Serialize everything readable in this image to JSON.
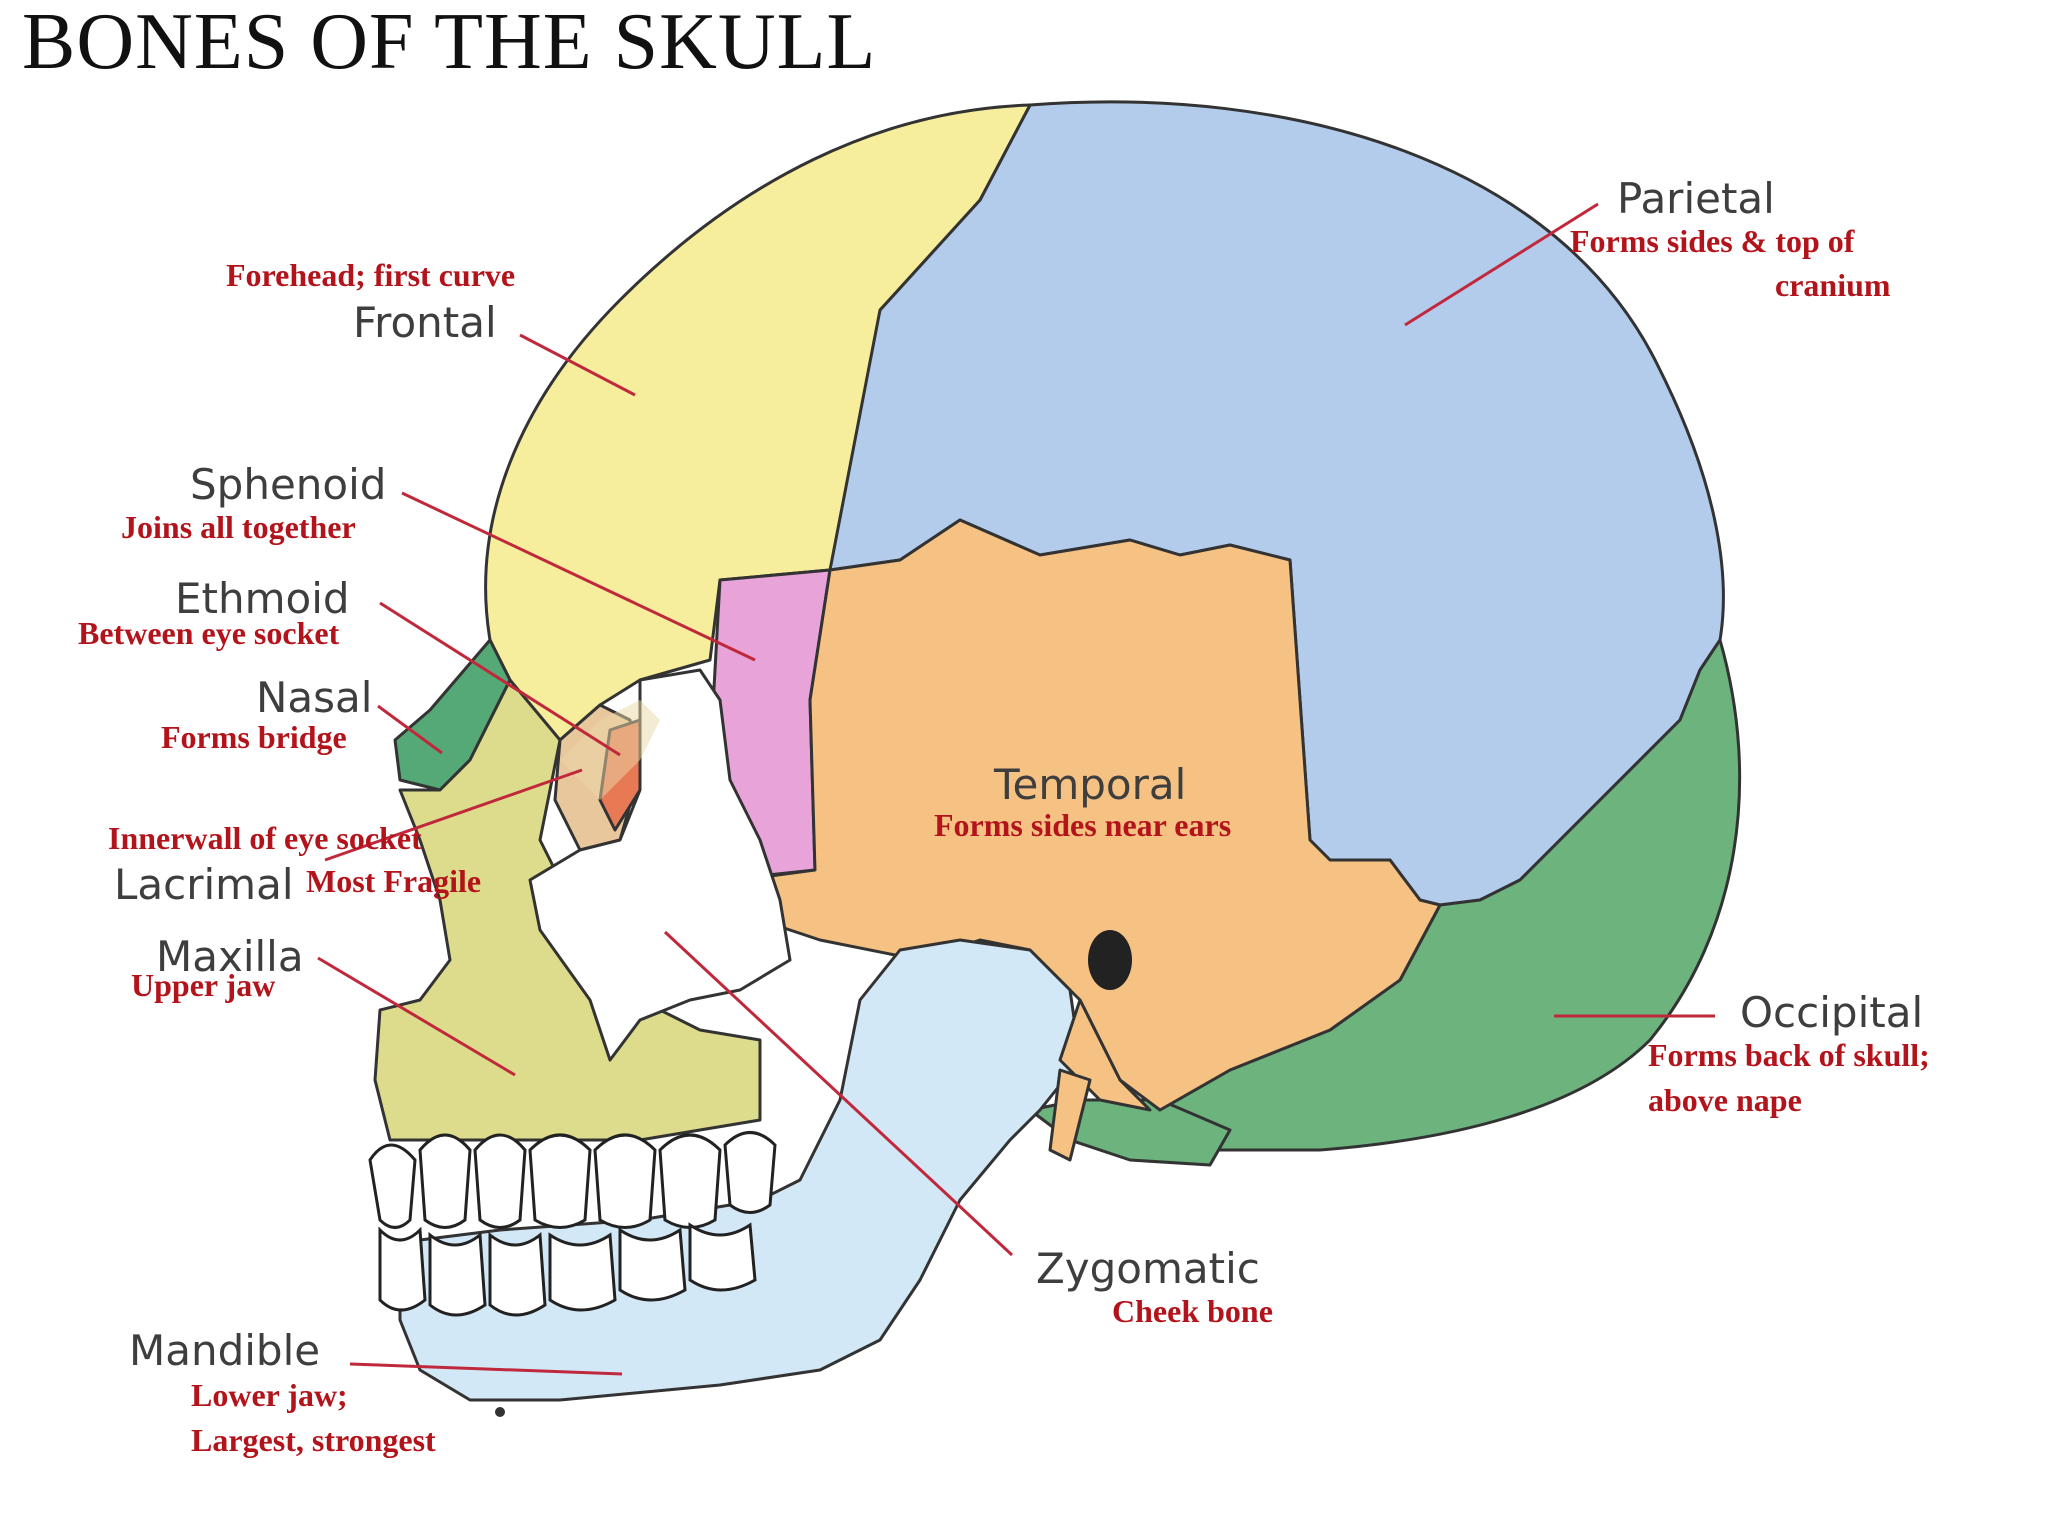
{
  "title": "BONES OF THE SKULL",
  "colors": {
    "frontal": "#f6ee9c",
    "parietal": "#b4ccec",
    "occipital": "#6cb37e",
    "temporal": "#f6c283",
    "sphenoid": "#e8a4d8",
    "ethmoid": "#e77a55",
    "nasal": "#54a976",
    "lacrimal": "#e9c79d",
    "maxilla": "#dcdc8c",
    "zygomatic": "#ffffff",
    "mandible": "#d3e8f6",
    "leader_line": "#c0283c",
    "description_text": "#b3141b",
    "label_text": "#3e3e3e"
  },
  "labels": {
    "frontal": {
      "name": "Frontal",
      "desc": "Forehead; first curve"
    },
    "parietal": {
      "name": "Parietal",
      "desc_1": "Forms sides & top of",
      "desc_2": "cranium"
    },
    "sphenoid": {
      "name": "Sphenoid",
      "desc": "Joins all together"
    },
    "ethmoid": {
      "name": "Ethmoid",
      "desc": "Between eye socket"
    },
    "nasal": {
      "name": "Nasal",
      "desc": "Forms bridge"
    },
    "lacrimal": {
      "name": "Lacrimal",
      "desc_1": "Innerwall of eye socket",
      "desc_2": "Most Fragile"
    },
    "temporal": {
      "name": "Temporal",
      "desc": "Forms sides near ears"
    },
    "maxilla": {
      "name": "Maxilla",
      "desc": "Upper jaw"
    },
    "occipital": {
      "name": "Occipital",
      "desc_1": "Forms back of skull;",
      "desc_2": "above nape"
    },
    "zygomatic": {
      "name": "Zygomatic",
      "desc": "Cheek bone"
    },
    "mandible": {
      "name": "Mandible",
      "desc_1": "Lower jaw;",
      "desc_2": "Largest, strongest"
    }
  }
}
